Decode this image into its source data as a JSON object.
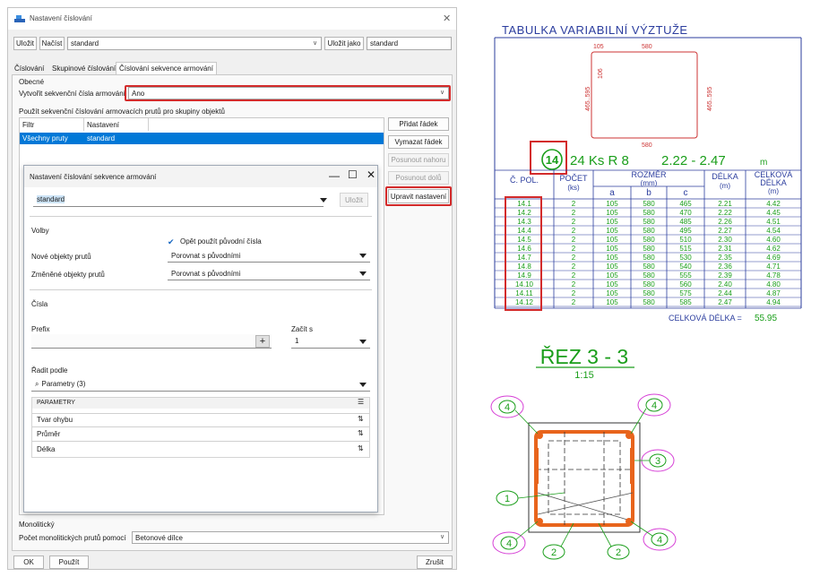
{
  "dialog": {
    "title": "Nastavení číslování",
    "save_label": "Uložit",
    "load_label": "Načíst",
    "preset_value": "standard",
    "save_as_label": "Uložit jako",
    "save_as_value": "standard",
    "tabs": [
      "Číslování",
      "Skupinové číslování",
      "Číslování sekvence armování"
    ],
    "general_group": "Obecné",
    "create_seq_label": "Vytvořit sekvenční čísla armování",
    "create_seq_value": "Ano",
    "use_seq_label": "Použít sekvenční číslování armovacích prutů pro skupiny objektů",
    "table_headers": [
      "Filtr",
      "Nastavení"
    ],
    "table_row": {
      "filter": "Všechny pruty",
      "setting": "standard"
    },
    "side_buttons": [
      "Přidat řádek",
      "Vymazat řádek",
      "Posunout nahoru",
      "Posunout dolů",
      "Upravit nastavení"
    ],
    "monolithic_group": "Monolitický",
    "monolithic_label": "Počet monolitických prutů pomocí",
    "monolithic_value": "Betonové dílce",
    "ok_label": "OK",
    "apply_label": "Použít",
    "cancel_label": "Zrušit"
  },
  "inner": {
    "title": "Nastavení číslování sekvence armování",
    "preset_value": "standard",
    "save_label": "Uložit",
    "volby_label": "Volby",
    "reuse_label": "Opět použít původní čísla",
    "new_label": "Nové objekty prutů",
    "new_value": "Porovnat s původními",
    "changed_label": "Změněné objekty prutů",
    "changed_value": "Porovnat s původními",
    "cisla_label": "Čísla",
    "prefix_label": "Prefix",
    "start_label": "Začít s",
    "start_value": "1",
    "sort_label": "Řadit podle",
    "sort_value": "Parametry (3)",
    "param_header": "PARAMETRY",
    "params": [
      "Tvar ohybu",
      "Průměr",
      "Délka"
    ]
  },
  "table_drawing": {
    "title": "TABULKA VARIABILNÍ VÝZTUŽE",
    "dims": {
      "top_short": "105",
      "top_long": "580",
      "left_a": "465..595",
      "left_b": "106",
      "right": "465..595",
      "bottom": "580"
    },
    "pos": "14",
    "summary": "24 Ks R 8",
    "range": "2.22 - 2.47",
    "unit": "m",
    "headers": {
      "pol": "Č. POL.",
      "pocet": "POČET",
      "pocet_unit": "(ks)",
      "rozmer": "ROZMĚR",
      "rozmer_unit": "(mm)",
      "a": "a",
      "b": "b",
      "c": "c",
      "delka": "DÉLKA",
      "delka_unit": "(m)",
      "celkova": "CELKOVÁ",
      "celkova2": "DÉLKA",
      "celkova_unit": "(m)"
    },
    "rows": [
      [
        "14.1",
        "2",
        "105",
        "580",
        "465",
        "2.21",
        "4.42"
      ],
      [
        "14.2",
        "2",
        "105",
        "580",
        "470",
        "2.22",
        "4.45"
      ],
      [
        "14.3",
        "2",
        "105",
        "580",
        "485",
        "2.26",
        "4.51"
      ],
      [
        "14.4",
        "2",
        "105",
        "580",
        "495",
        "2.27",
        "4.54"
      ],
      [
        "14.5",
        "2",
        "105",
        "580",
        "510",
        "2.30",
        "4.60"
      ],
      [
        "14.6",
        "2",
        "105",
        "580",
        "515",
        "2.31",
        "4.62"
      ],
      [
        "14.7",
        "2",
        "105",
        "580",
        "530",
        "2.35",
        "4.69"
      ],
      [
        "14.8",
        "2",
        "105",
        "580",
        "540",
        "2.36",
        "4.71"
      ],
      [
        "14.9",
        "2",
        "105",
        "580",
        "555",
        "2.39",
        "4.78"
      ],
      [
        "14.10",
        "2",
        "105",
        "580",
        "560",
        "2.40",
        "4.80"
      ],
      [
        "14.11",
        "2",
        "105",
        "580",
        "575",
        "2.44",
        "4.87"
      ],
      [
        "14.12",
        "2",
        "105",
        "580",
        "585",
        "2.47",
        "4.94"
      ]
    ],
    "total_label": "CELKOVÁ DÉLKA =",
    "total_value": "55.95"
  },
  "section": {
    "title": "ŘEZ 3 - 3",
    "scale": "1:15",
    "marks": [
      "4",
      "4",
      "3",
      "1",
      "4",
      "2",
      "2",
      "4"
    ]
  },
  "colors": {
    "accent": "#0078d7",
    "highlight": "#d32b2b",
    "cad_blue": "#2b3d9e",
    "cad_green": "#1a9e1a",
    "cad_red": "#cc3333",
    "cad_orange": "#e8641c",
    "cad_magenta": "#d63fd6"
  }
}
